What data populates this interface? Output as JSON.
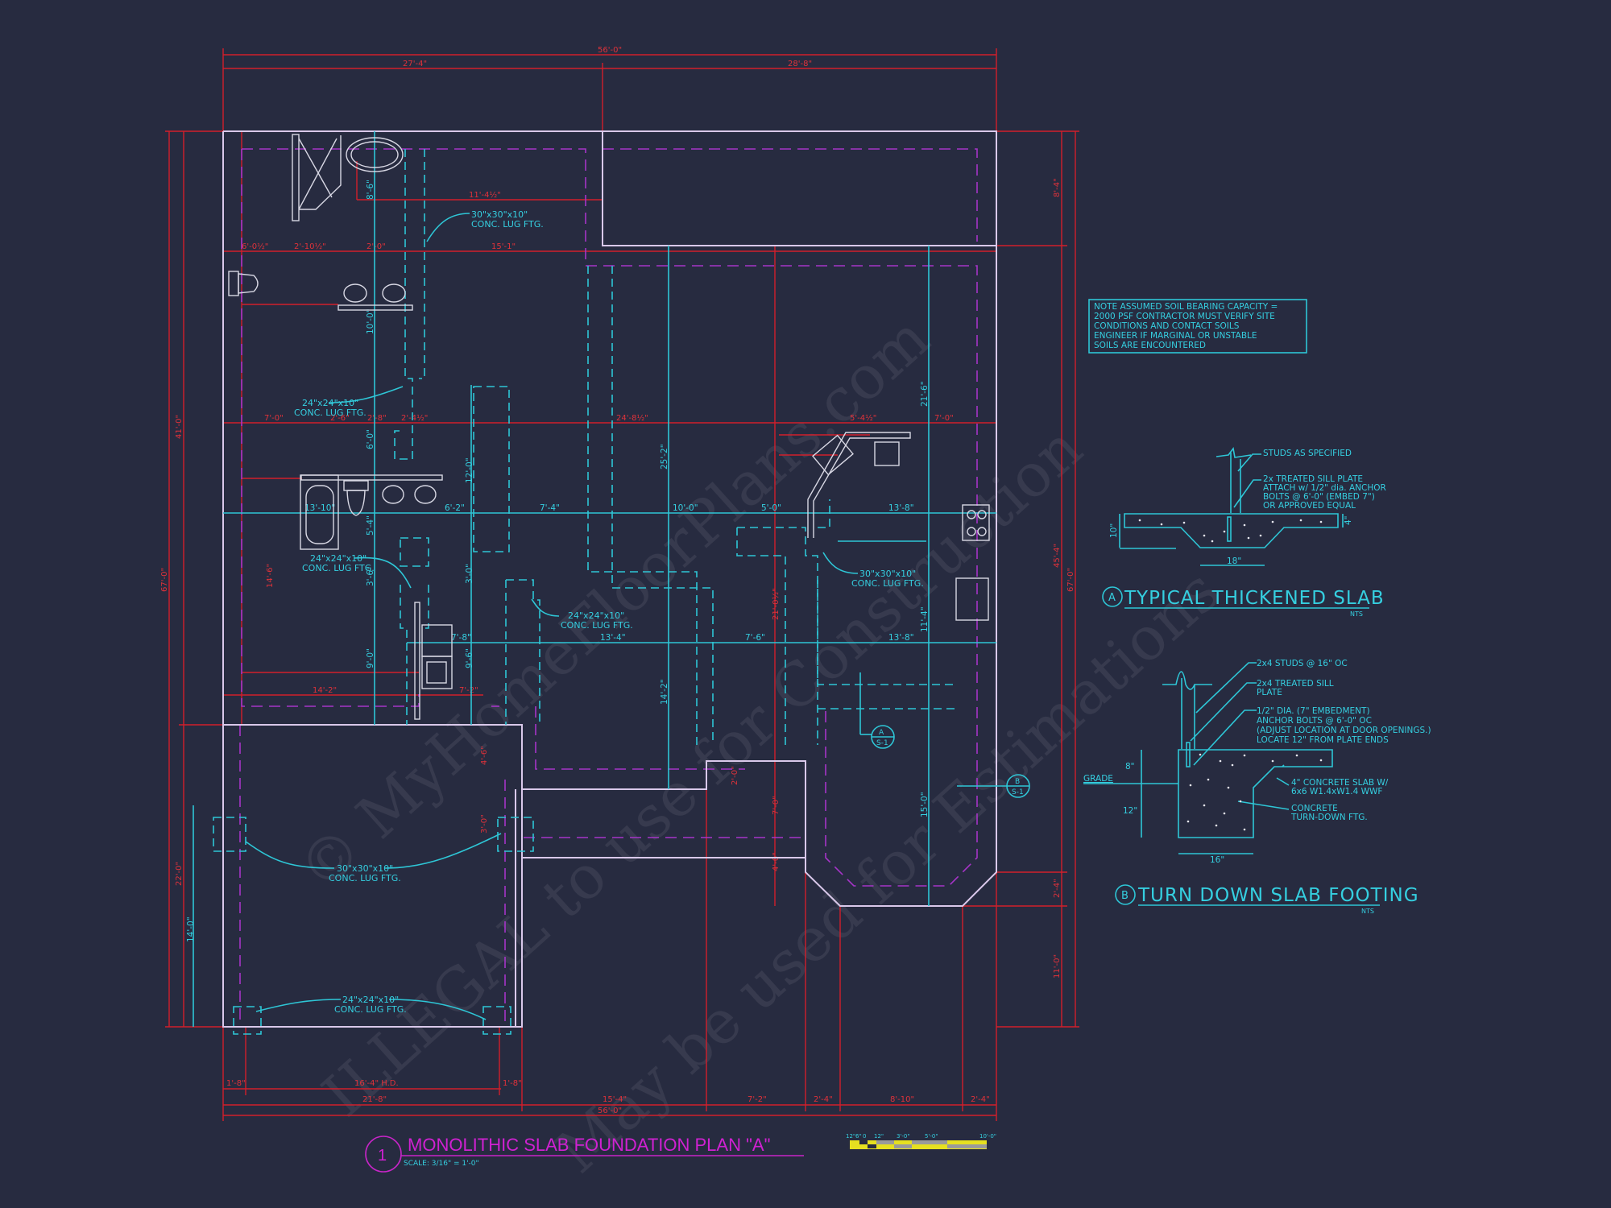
{
  "title": {
    "number": "1",
    "text": "MONOLITHIC SLAB FOUNDATION PLAN \"A\"",
    "scale": "SCALE: 3/16\" = 1'-0\""
  },
  "scale_bar": {
    "labels": [
      "12\"",
      "6\"",
      "0",
      "12\"",
      "3'-0\"",
      "5'-0\"",
      "10'-0\""
    ]
  },
  "note": {
    "lines": [
      "NOTE ASSUMED SOIL BEARING CAPACITY =",
      "2000 PSF CONTRACTOR MUST VERIFY SITE",
      "CONDITIONS AND CONTACT SOILS",
      "ENGINEER IF MARGINAL OR UNSTABLE",
      "SOILS ARE ENCOUNTERED"
    ]
  },
  "detail_a": {
    "tag": "A",
    "title": "TYPICAL THICKENED SLAB",
    "nts": "NTS",
    "labels": {
      "studs": "STUDS AS SPECIFIED",
      "sill": [
        "2x TREATED SILL PLATE",
        "ATTACH w/ 1/2\" dia. ANCHOR",
        "BOLTS @ 6'-0\" (EMBED 7\")",
        "OR APPROVED EQUAL"
      ]
    },
    "dims": {
      "depth": "10\"",
      "slab": "4\"",
      "width": "18\""
    }
  },
  "detail_b": {
    "tag": "B",
    "title": "TURN DOWN SLAB FOOTING",
    "nts": "NTS",
    "labels": {
      "studs": "2x4 STUDS @ 16\" OC",
      "sill": [
        "2x4 TREATED SILL",
        "PLATE"
      ],
      "anchor": [
        "1/2\" DIA. (7\" EMBEDMENT)",
        "ANCHOR BOLTS @ 6'-0\" OC",
        "(ADJUST LOCATION AT DOOR OPENINGS.)",
        "LOCATE 12\" FROM PLATE ENDS"
      ],
      "slab": [
        "4\" CONCRETE SLAB W/",
        "6x6 W1.4xW1.4 WWF"
      ],
      "footing": [
        "CONCRETE",
        "TURN-DOWN FTG."
      ],
      "grade": "GRADE"
    },
    "dims": {
      "upper": "8\"",
      "lower": "12\"",
      "width": "16\""
    }
  },
  "plan": {
    "dims_top": [
      "56'-0\"",
      "27'-4\"",
      "28'-8\""
    ],
    "dims_bottom": {
      "row1": [
        "1'-8\"",
        "16'-4\" H.D.",
        "1'-8\""
      ],
      "row2": [
        "21'-8\"",
        "15'-4\"",
        "7'-2\"",
        "2'-4\"",
        "8'-10\"",
        "2'-4\""
      ],
      "overall": "56'-0\""
    },
    "dims_left": [
      "41'-0\"",
      "67'-0\"",
      "22'-0\"",
      "14'-0\""
    ],
    "dims_right": [
      "8'-4\"",
      "45'-4\"",
      "67'-0\"",
      "2'-4\"",
      "11'-0\""
    ],
    "dims_interior_red": [
      "11'-4½\"",
      "6'-0½\"",
      "2'-10½\"",
      "2'-0\"",
      "15'-1\"",
      "7'-0\"",
      "2'-6\"",
      "2'-8\"",
      "2'-4½\"",
      "24'-8½\"",
      "5'-4½\"",
      "7'-0\"",
      "14'-2\"",
      "7'-2\"",
      "14'-6\"",
      "21'-0½\"",
      "2'-0\"",
      "7'-0\"",
      "4'-0\"",
      "3'-0\"",
      "4'-6\""
    ],
    "dims_cyan_row1": [
      "13'-10\"",
      "6'-2\"",
      "7'-4\"",
      "10'-0\"",
      "5'-0\"",
      "13'-8\""
    ],
    "dims_cyan_row2": [
      "7'-8\"",
      "13'-4\"",
      "7'-6\"",
      "13'-8\""
    ],
    "dims_cyan_vertical": [
      "8'-6\"",
      "10'-0\"",
      "6'-0\"",
      "5'-4\"",
      "3'-6\"",
      "9'-0\"",
      "12'-0\"",
      "3'-0\"",
      "9'-6\"",
      "25'-2\"",
      "14'-2\"",
      "21'-6\"",
      "11'-4\"",
      "15'-0\""
    ],
    "callouts": [
      {
        "size": "30\"x30\"x10\"",
        "type": "CONC. LUG FTG."
      },
      {
        "size": "24\"x24\"x10\"",
        "type": "CONC. LUG FTG."
      },
      {
        "size": "24\"x24\"x10\"",
        "type": "CONC. LUG FTG."
      },
      {
        "size": "24\"x24\"x10\"",
        "type": "CONC. LUG FTG."
      },
      {
        "size": "30\"x30\"x10\"",
        "type": "CONC. LUG FTG."
      },
      {
        "size": "30\"x30\"x10\"",
        "type": "CONC. LUG FTG."
      },
      {
        "size": "24\"x24\"x10\"",
        "type": "CONC. LUG FTG."
      }
    ],
    "section_markers": [
      {
        "tag": "A",
        "sheet": "S-1"
      },
      {
        "tag": "B",
        "sheet": "S-1"
      }
    ]
  },
  "watermark": [
    "© MyHomeFloorPlans.com",
    "ILLEGAL to use for Construction",
    "May be used for Estimations"
  ],
  "colors": {
    "background": "#272b40",
    "dimension": "#d21f2b",
    "structure": "#2ec6d6",
    "slab_edge": "#a634c8",
    "walls": "#d9c8ea",
    "title": "#d021d2",
    "scale_bar": "#e6e020"
  }
}
